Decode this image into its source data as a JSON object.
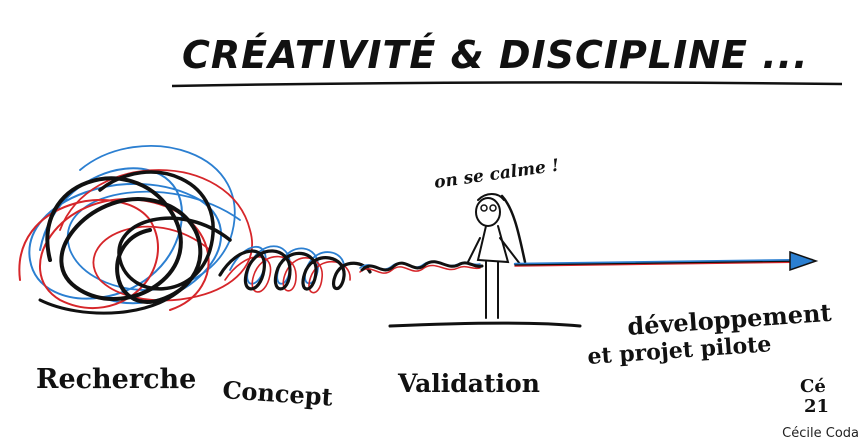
{
  "title": "CRÉATIVITÉ & DISCIPLINE ...",
  "speech": "on se calme !",
  "stages": {
    "research": "Recherche",
    "concept": "Concept",
    "validation": "Validation",
    "development_line1": "développement",
    "development_line2": "et projet pilote"
  },
  "signature": {
    "line1": "Cé",
    "line2": "21"
  },
  "credit": "Cécile Coda",
  "colors": {
    "ink": "#111111",
    "red": "#d6262a",
    "blue": "#2b7fd1"
  }
}
